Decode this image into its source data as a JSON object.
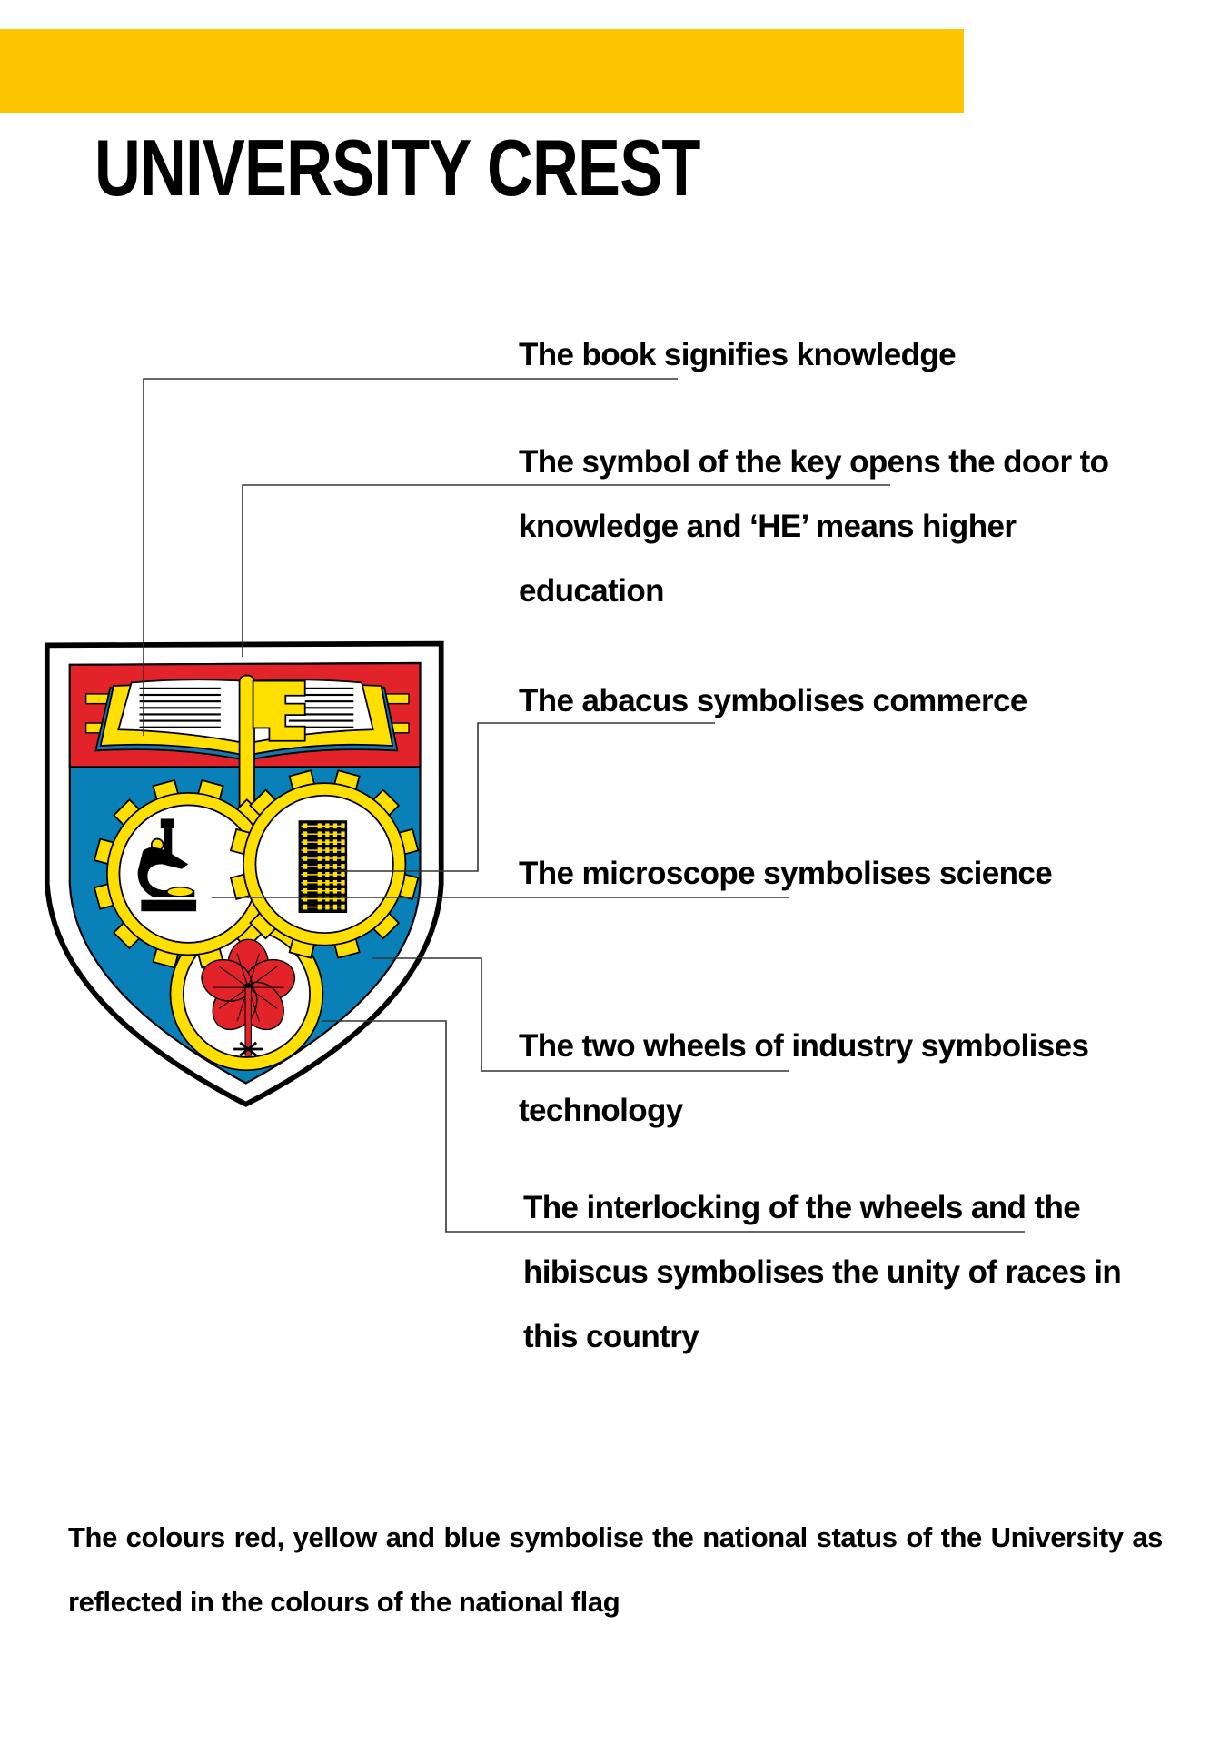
{
  "header": {
    "title": "UNIVERSITY CREST",
    "accent_color": "#FDC502"
  },
  "captions": {
    "book": {
      "lines": [
        "The book signifies knowledge"
      ]
    },
    "key": {
      "lines": [
        "The symbol of the key opens the door to",
        "knowledge and ‘HE’ means higher",
        "education"
      ]
    },
    "abacus": {
      "lines": [
        "The abacus symbolises commerce"
      ]
    },
    "microscope": {
      "lines": [
        "The microscope symbolises science"
      ]
    },
    "wheels": {
      "lines": [
        "The two wheels of industry symbolises",
        "technology"
      ]
    },
    "interlocking": {
      "lines": [
        "The interlocking of the wheels and the",
        "hibiscus symbolises the unity of races in",
        "this country"
      ]
    }
  },
  "footer": {
    "text": "The colours red, yellow and blue symbolise the national status of the University as reflected in the colours of the national flag"
  },
  "crest": {
    "colors": {
      "red": "#E3232A",
      "yellow": "#FFDF00",
      "blue": "#0A80B8"
    }
  }
}
